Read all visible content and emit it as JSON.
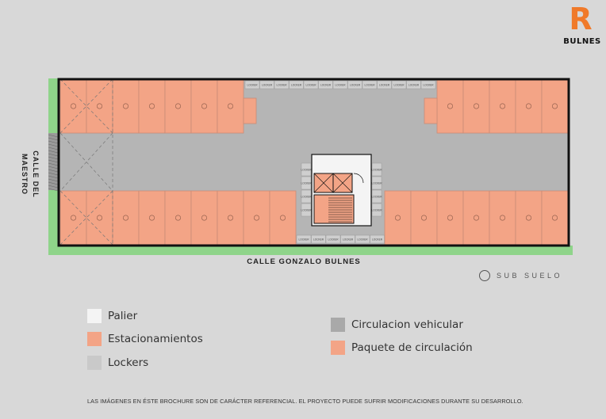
{
  "brand": {
    "letter": "R",
    "name": "BULNES"
  },
  "streets": {
    "left": "CALLE DEL MAESTRO",
    "bottom": "CALLE GONZALO BULNES"
  },
  "level_label": "SUB SUELO",
  "legend": [
    {
      "label": "Palier",
      "color": "#f4f4f4"
    },
    {
      "label": "Estacionamientos",
      "color": "#f3a486"
    },
    {
      "label": "Lockers",
      "color": "#c9c9c9"
    },
    {
      "label": "Circulacion vehicular",
      "color": "#a9a9a9"
    },
    {
      "label": "Paquete de circulación",
      "color": "#f3a486"
    }
  ],
  "locker_label": "LOCKER",
  "disclaimer": "LAS IMÁGENES EN ÉSTE BROCHURE SON DE CARÁCTER REFERENCIAL. EL PROYECTO PUEDE SUFRIR MODIFICACIONES DURANTE SU DESARROLLO.",
  "colors": {
    "background": "#d8d8d8",
    "circulation": "#b5b5b5",
    "parking": "#f3a486",
    "locker": "#cfcfcf",
    "palier": "#f4f4f4",
    "green_strip": "#8fd48a",
    "brand": "#f07a2a"
  }
}
